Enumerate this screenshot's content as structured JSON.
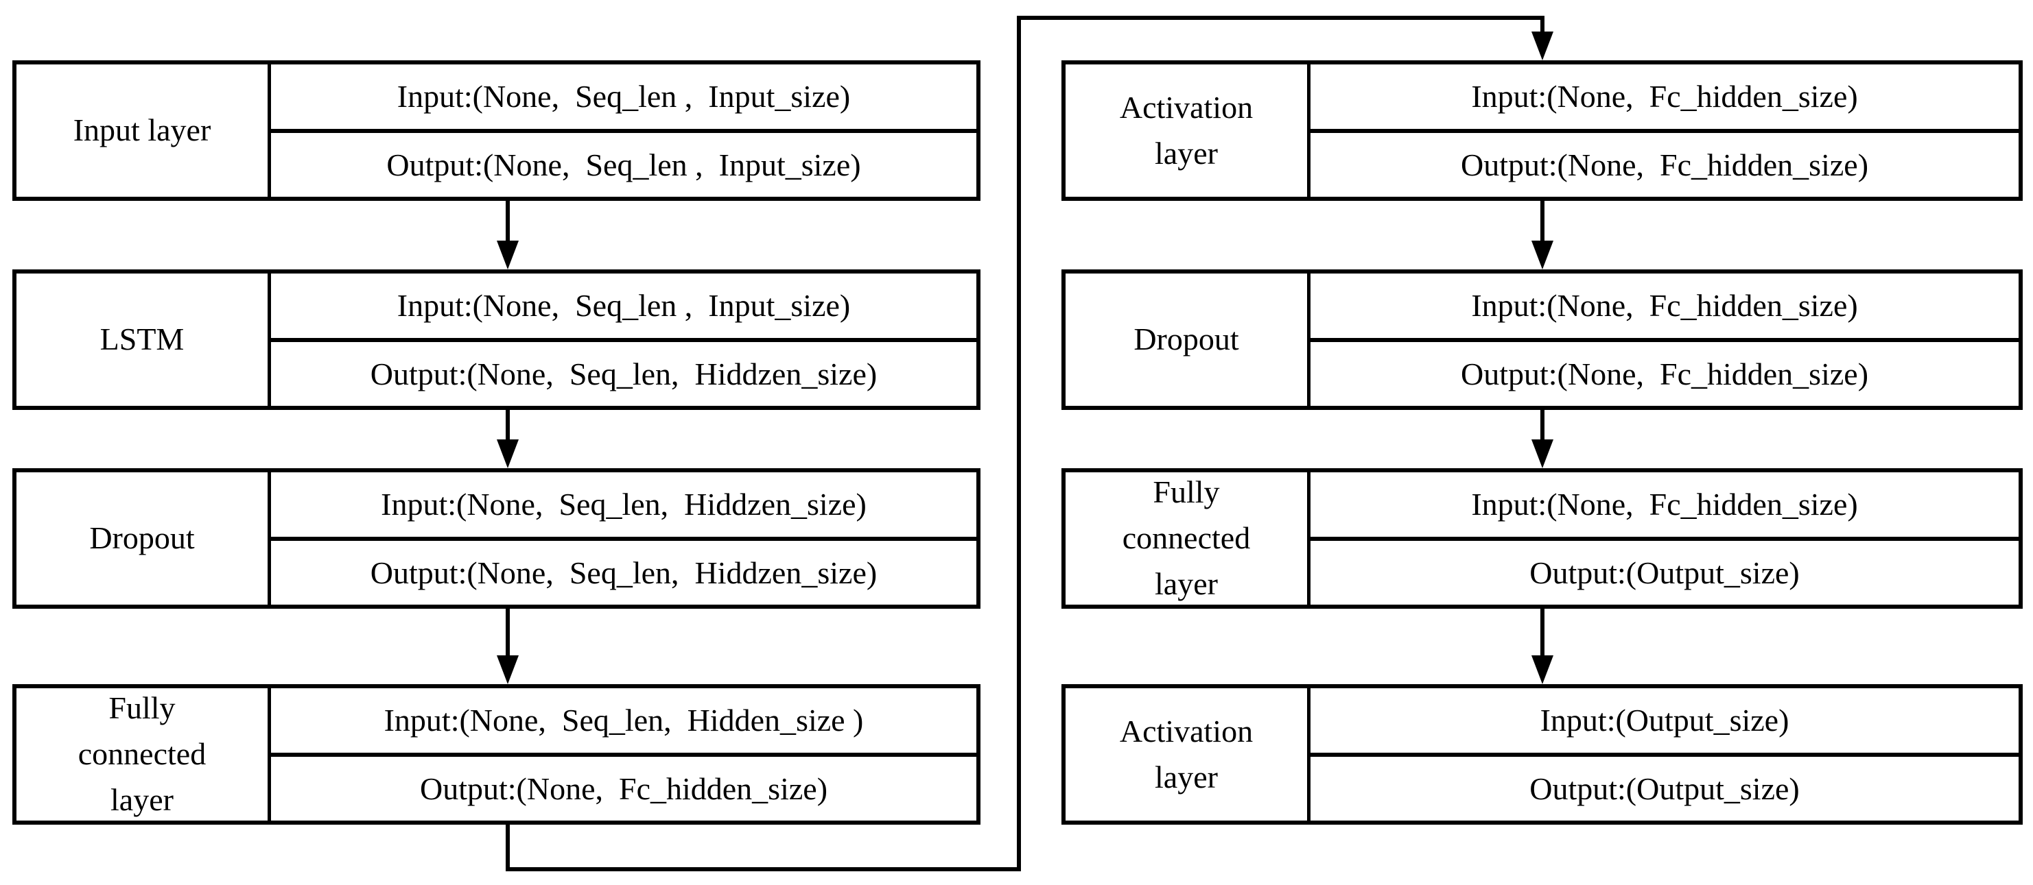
{
  "diagram": {
    "description": "LSTM neural network architecture flow diagram",
    "colors": {
      "background": "#ffffff",
      "line": "#000000",
      "text": "#000000"
    },
    "columns": [
      {
        "blocks": [
          {
            "title": "Input layer",
            "input": "Input:(None,  Seq_len ,  Input_size)",
            "output": "Output:(None,  Seq_len ,  Input_size)"
          },
          {
            "title": "LSTM",
            "input": "Input:(None,  Seq_len ,  Input_size)",
            "output": "Output:(None,  Seq_len,  Hiddzen_size)"
          },
          {
            "title": "Dropout",
            "input": "Input:(None,  Seq_len,  Hiddzen_size)",
            "output": "Output:(None,  Seq_len,  Hiddzen_size)"
          },
          {
            "title": "Fully\nconnected\nlayer",
            "input": "Input:(None,  Seq_len,  Hidden_size )",
            "output": "Output:(None,  Fc_hidden_size)"
          }
        ]
      },
      {
        "blocks": [
          {
            "title": "Activation\nlayer",
            "input": "Input:(None,  Fc_hidden_size)",
            "output": "Output:(None,  Fc_hidden_size)"
          },
          {
            "title": "Dropout",
            "input": "Input:(None,  Fc_hidden_size)",
            "output": "Output:(None,  Fc_hidden_size)"
          },
          {
            "title": "Fully\nconnected\nlayer",
            "input": "Input:(None,  Fc_hidden_size)",
            "output": "Output:(Output_size)"
          },
          {
            "title": "Activation\nlayer",
            "input": "Input:(Output_size)",
            "output": "Output:(Output_size)"
          }
        ]
      }
    ]
  }
}
